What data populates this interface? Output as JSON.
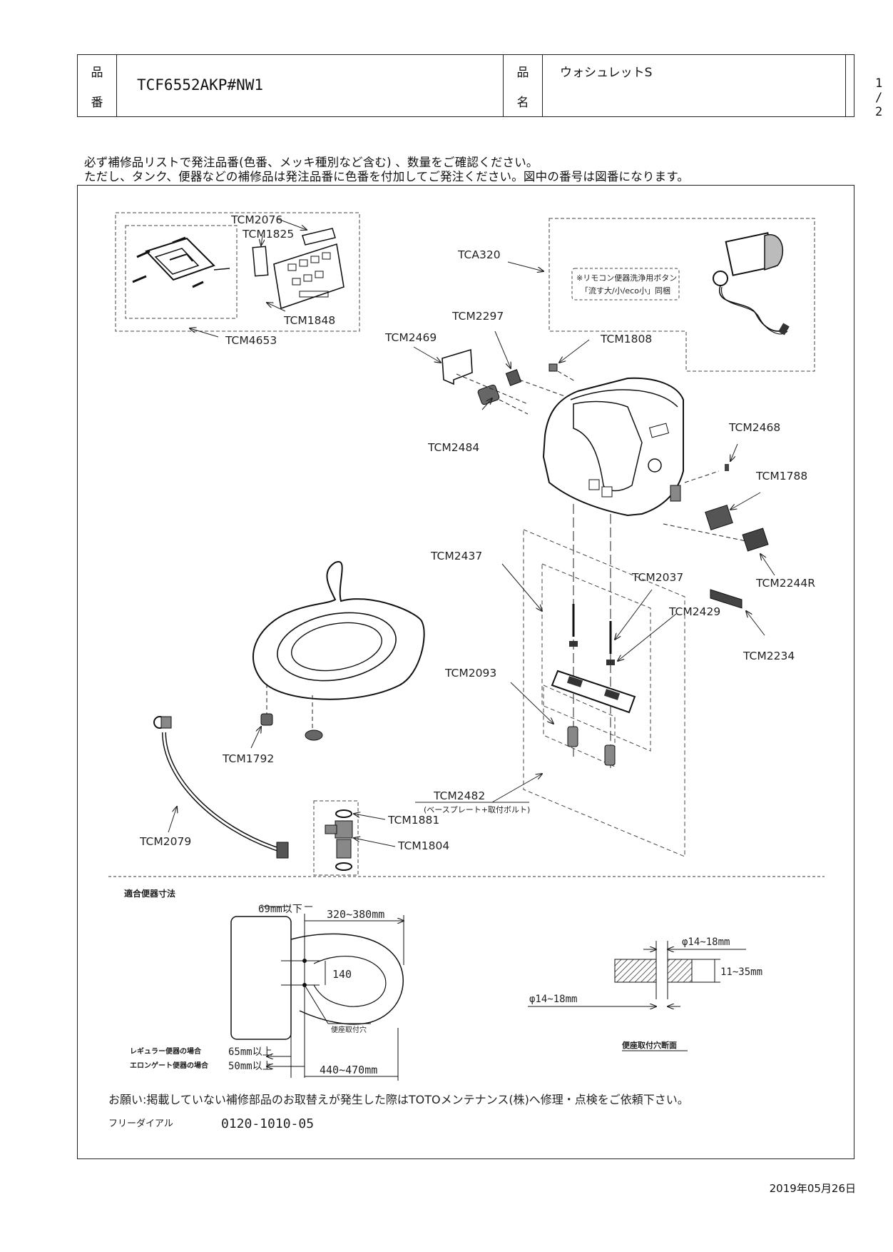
{
  "header": {
    "part_no_label_top": "品",
    "part_no_label_bottom": "番",
    "part_no": "TCF6552AKP#NW1",
    "name_label_top": "品",
    "name_label_bottom": "名",
    "name": "ウォシュレットS",
    "page": "1 / 2"
  },
  "notes": {
    "line1": "必ず補修品リストで発注品番(色番、メッキ種別など含む) 、数量をご確認ください。",
    "line2": "ただし、タンク、便器などの補修品は発注品番に色番を付加してご発注ください。図中の番号は図番になります。"
  },
  "parts": {
    "tcm2076": "TCM2076",
    "tcm1825": "TCM1825",
    "tcm1848": "TCM1848",
    "tcm4653": "TCM4653",
    "tca320": "TCA320",
    "remote_note_1": "※リモコン便器洗浄用ボタン",
    "remote_note_2": "「流す大/小/eco小」同梱",
    "tcm2297": "TCM2297",
    "tcm2469": "TCM2469",
    "tcm1808": "TCM1808",
    "tcm2484": "TCM2484",
    "tcm2468": "TCM2468",
    "tcm1788": "TCM1788",
    "tcm2437": "TCM2437",
    "tcm2037": "TCM2037",
    "tcm2244r": "TCM2244R",
    "tcm2429": "TCM2429",
    "tcm2234": "TCM2234",
    "tcm2093": "TCM2093",
    "tcm1792": "TCM1792",
    "tcm2482": "TCM2482",
    "tcm2482_sub": "(ベースプレート+取付ボルト)",
    "tcm1881": "TCM1881",
    "tcm2079": "TCM2079",
    "tcm1804": "TCM1804"
  },
  "dimensions": {
    "section_title": "適合便器寸法",
    "dim_69": "69mm以下",
    "dim_320_380": "320~380mm",
    "dim_140": "140",
    "seat_hole": "便座取付穴",
    "regular": "レギュラー便器の場合",
    "regular_val": "65mm以上",
    "elongated": "エロンゲート便器の場合",
    "elongated_val": "50mm以上",
    "dim_440_470": "440~470mm",
    "phi_top": "φ14~18mm",
    "thickness": "11~35mm",
    "phi_bottom": "φ14~18mm",
    "section_caption": "便座取付穴断面"
  },
  "footer": {
    "request": "お願い:掲載していない補修部品のお取替えが発生した際はTOTOメンテナンス(株)へ修理・点検をご依頼下さい。",
    "freedial_label": "フリーダイアル",
    "freedial_number": "0120-1010-05",
    "date": "2019年05月26日"
  }
}
